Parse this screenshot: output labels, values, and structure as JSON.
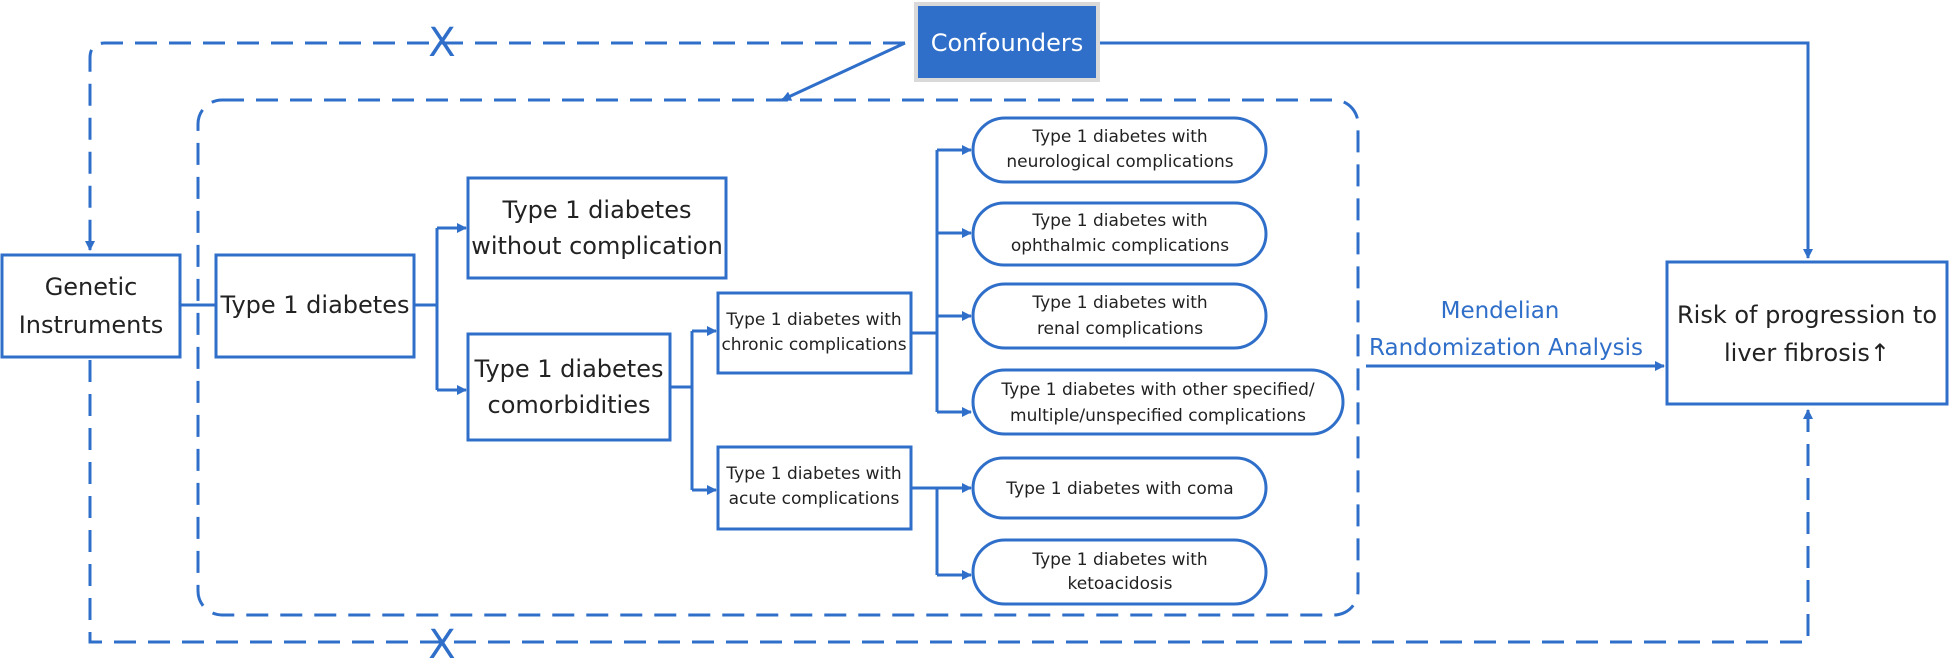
{
  "colors": {
    "accent": "#2f6fc9",
    "confounder_fill": "#2f6fc9",
    "confounder_text": "#ffffff",
    "text": "#222222"
  },
  "nodes": {
    "genetic_instruments": [
      "Genetic",
      "Instruments"
    ],
    "type1_diabetes": "Type 1 diabetes",
    "without_complication": [
      "Type 1 diabetes",
      "without complication"
    ],
    "comorbidities": [
      "Type 1 diabetes",
      "comorbidities"
    ],
    "chronic": [
      "Type 1 diabetes with",
      "chronic complications"
    ],
    "acute": [
      "Type 1 diabetes with",
      "acute complications"
    ],
    "neurological": [
      "Type 1 diabetes with",
      "neurological complications"
    ],
    "ophthalmic": [
      "Type 1 diabetes with",
      "ophthalmic complications"
    ],
    "renal": [
      "Type 1 diabetes with",
      "renal complications"
    ],
    "other": [
      "Type 1 diabetes with other specified/",
      "multiple/unspecified complications"
    ],
    "coma": "Type 1 diabetes with coma",
    "ketoacidosis": [
      "Type 1 diabetes with",
      "ketoacidosis"
    ],
    "outcome": [
      "Risk of progression to",
      "liver fibrosis↑"
    ],
    "confounders": "Confounders"
  },
  "edge_labels": {
    "mr_analysis": [
      "Mendelian",
      "Randomization Analysis"
    ]
  },
  "markers": {
    "blocked": "X"
  }
}
